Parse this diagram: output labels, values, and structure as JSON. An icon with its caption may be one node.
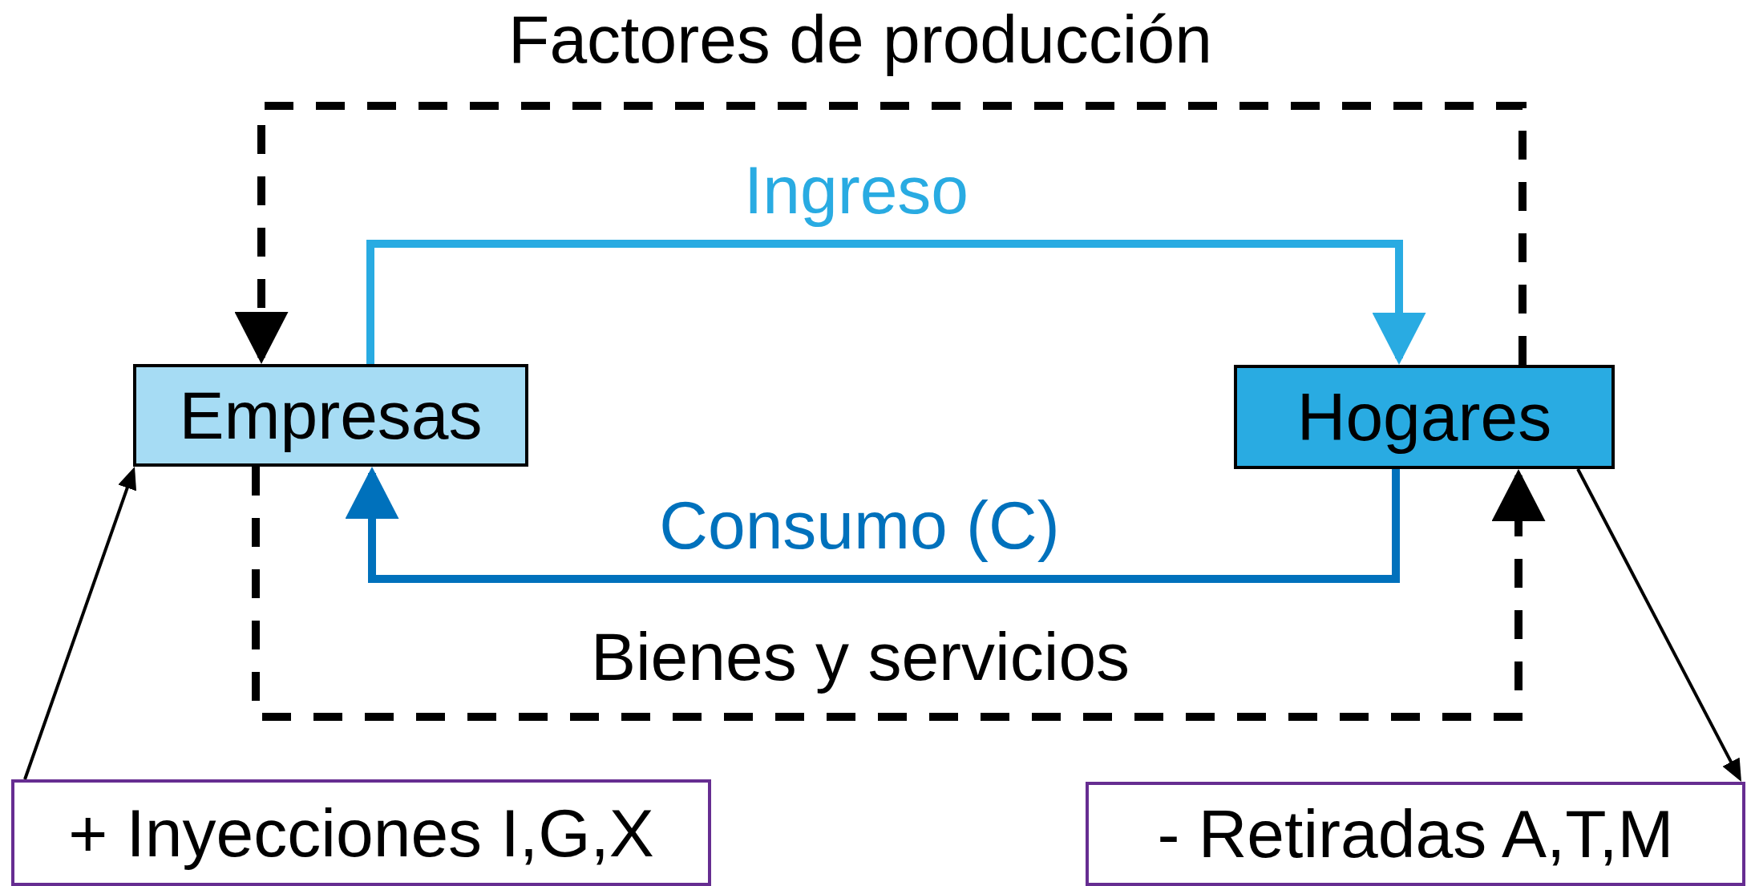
{
  "diagram": {
    "nodes": [
      {
        "text": [
          "Empresas"
        ]
      },
      {
        "text": [
          "Hogares"
        ]
      },
      {
        "text": [
          "+ Inyecciones I,G,X"
        ]
      },
      {
        "text": [
          "- Retiradas A,T,M"
        ]
      }
    ],
    "edges": [
      {
        "from": 1,
        "to": 0,
        "arrow": "to",
        "label": "Factores de producción",
        "style": "dashed"
      },
      {
        "from": 0,
        "to": 1,
        "arrow": "to",
        "label": "Ingreso",
        "color": "#29abe2"
      },
      {
        "from": 1,
        "to": 0,
        "arrow": "to",
        "label": "Consumo (C)",
        "color": "#0071bc"
      },
      {
        "from": 0,
        "to": 1,
        "arrow": "to",
        "label": "Bienes y servicios",
        "style": "dashed"
      },
      {
        "from": 2,
        "to": 0,
        "arrow": "to"
      },
      {
        "from": 1,
        "to": 3,
        "arrow": "to"
      }
    ]
  }
}
